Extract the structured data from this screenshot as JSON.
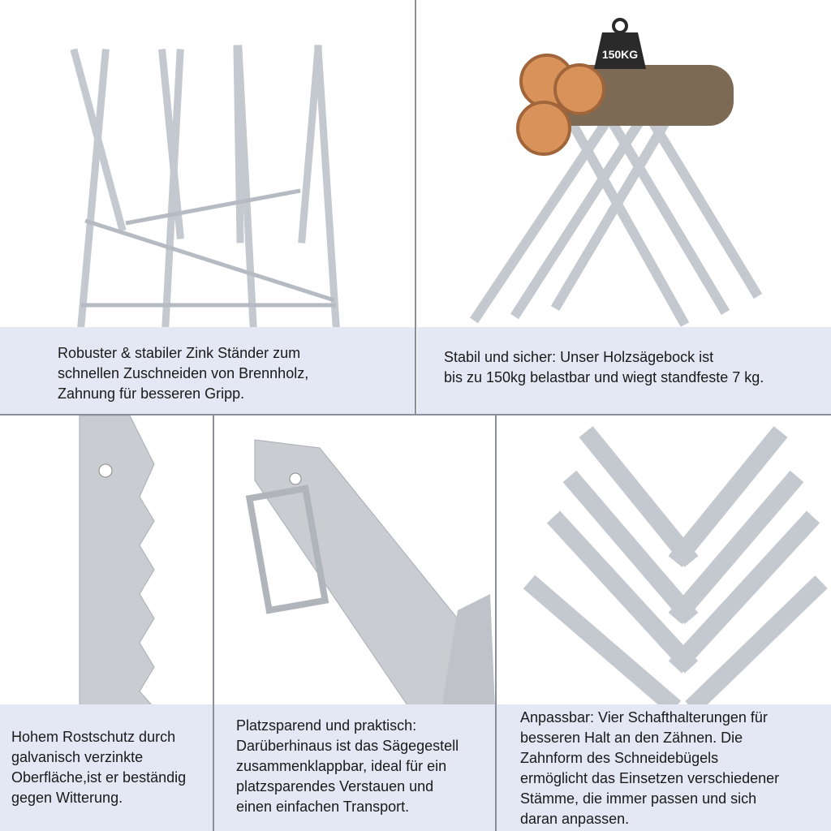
{
  "panels": [
    {
      "caption": [
        "Robuster & stabiler Zink Ständer zum",
        "schnellen Zuschneiden von Brennholz,",
        "Zahnung für besseren Gripp."
      ]
    },
    {
      "badge": "150KG",
      "caption": [
        "Stabil und sicher: Unser Holzsägebock ist",
        "bis zu 150kg belastbar und wiegt standfeste 7 kg."
      ]
    },
    {
      "caption": [
        "Hohem Rostschutz durch",
        "galvanisch verzinkte",
        "Oberfläche,ist er beständig",
        "gegen Witterung."
      ]
    },
    {
      "caption": [
        "Platzsparend und praktisch:",
        "Darüberhinaus ist das Sägegestell",
        "zusammenklappbar, ideal für ein",
        "platzsparendes Verstauen und",
        "einen einfachen Transport."
      ]
    },
    {
      "caption": [
        "Anpassbar: Vier Schafthalterungen für",
        "besseren Halt an den Zähnen. Die",
        "Zahnform des Schneidebügels",
        "ermöglicht das Einsetzen verschiedener",
        "Stämme, die immer passen und sich",
        "daran anpassen."
      ]
    }
  ],
  "colors": {
    "caption_bg": "#e4e7f4",
    "metal": "#c9ccd1",
    "wood": "#d9935a"
  }
}
